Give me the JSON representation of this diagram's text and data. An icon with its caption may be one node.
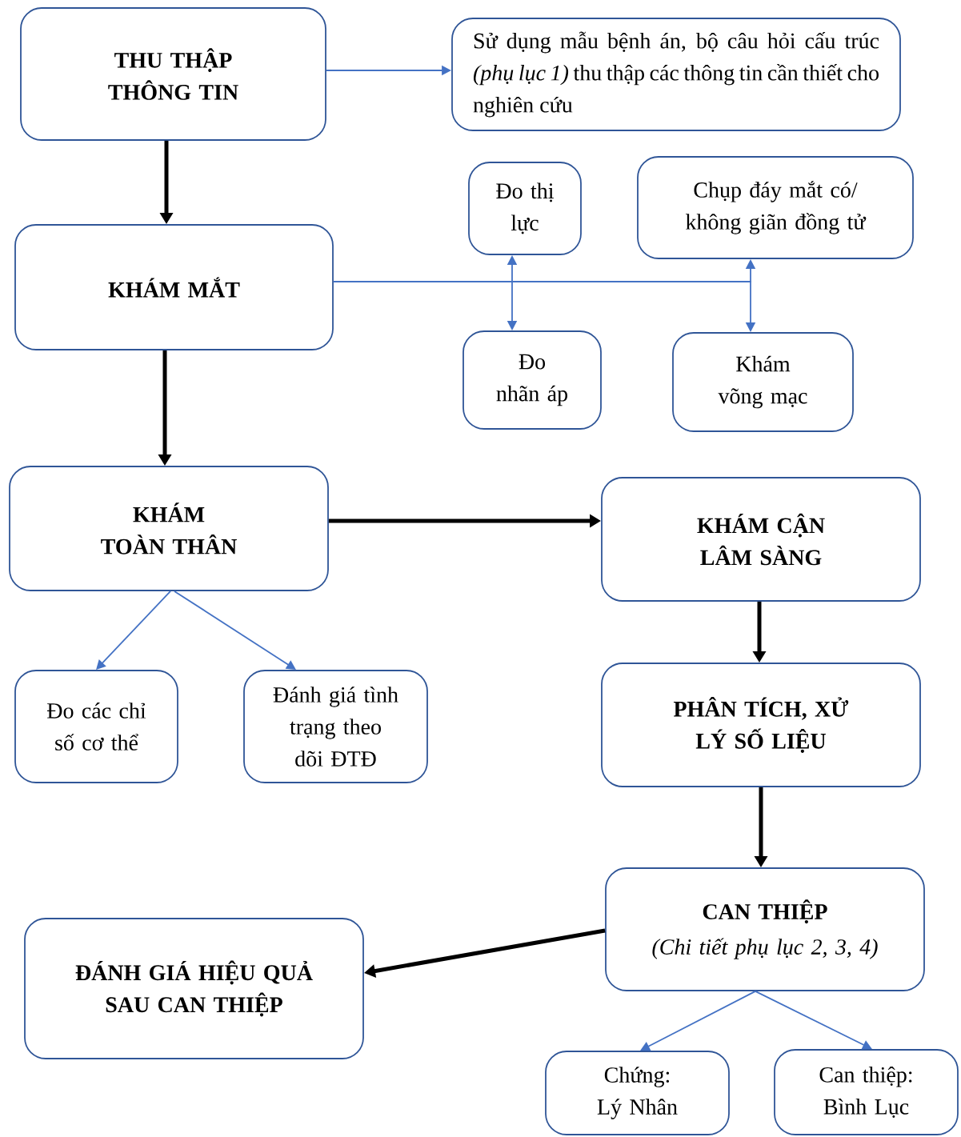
{
  "diagram": {
    "nodes": [
      {
        "text": [
          "THU THẬP THÔNG TIN"
        ]
      },
      {
        "text": [
          "Sử dụng mẫu bệnh án, bộ câu hỏi cấu trúc *(phụ lục 1)* thu thập các thông tin cần thiết cho nghiên cứu"
        ]
      },
      {
        "text": [
          "KHÁM MẮT"
        ]
      },
      {
        "text": [
          "Đo thị lực"
        ]
      },
      {
        "text": [
          "Chụp đáy mắt có/ không giãn đồng tử"
        ]
      },
      {
        "text": [
          "Đo nhãn áp"
        ]
      },
      {
        "text": [
          "Khám võng mạc"
        ]
      },
      {
        "text": [
          "KHÁM TOÀN THÂN"
        ]
      },
      {
        "text": [
          "KHÁM CẬN LÂM SÀNG"
        ]
      },
      {
        "text": [
          "Đo các chỉ số cơ thể"
        ]
      },
      {
        "text": [
          "Đánh giá tình trạng theo dõi ĐTĐ"
        ]
      },
      {
        "text": [
          "PHÂN TÍCH, XỬ LÝ SỐ LIỆU"
        ]
      },
      {
        "text": [
          "CAN THIỆP",
          "(Chi tiết phụ lục 2, 3, 4)"
        ]
      },
      {
        "text": [
          "ĐÁNH GIÁ HIỆU QUẢ SAU CAN THIỆP"
        ]
      },
      {
        "text": [
          "Chứng: Lý Nhân"
        ]
      },
      {
        "text": [
          "Can thiệp: Bình Lục"
        ]
      }
    ],
    "edges": [
      {
        "from": 0,
        "to": 1,
        "arrow": "to"
      },
      {
        "from": 0,
        "to": 2,
        "arrow": "to",
        "style": "thick",
        "color": "#000000"
      },
      {
        "from": 2,
        "to": 3,
        "arrow": "to"
      },
      {
        "from": 2,
        "to": 4,
        "arrow": "to"
      },
      {
        "from": 2,
        "to": 5,
        "arrow": "to"
      },
      {
        "from": 2,
        "to": 6,
        "arrow": "to"
      },
      {
        "from": 2,
        "to": 7,
        "arrow": "to",
        "style": "thick",
        "color": "#000000"
      },
      {
        "from": 7,
        "to": 8,
        "arrow": "to",
        "style": "thick",
        "color": "#000000"
      },
      {
        "from": 7,
        "to": 9,
        "arrow": "to"
      },
      {
        "from": 7,
        "to": 10,
        "arrow": "to"
      },
      {
        "from": 8,
        "to": 11,
        "arrow": "to",
        "style": "thick",
        "color": "#000000"
      },
      {
        "from": 11,
        "to": 12,
        "arrow": "to",
        "style": "thick",
        "color": "#000000"
      },
      {
        "from": 12,
        "to": 13,
        "arrow": "to",
        "style": "thick",
        "color": "#000000"
      },
      {
        "from": 12,
        "to": 14,
        "arrow": "to"
      },
      {
        "from": 12,
        "to": 15,
        "arrow": "to"
      }
    ]
  }
}
